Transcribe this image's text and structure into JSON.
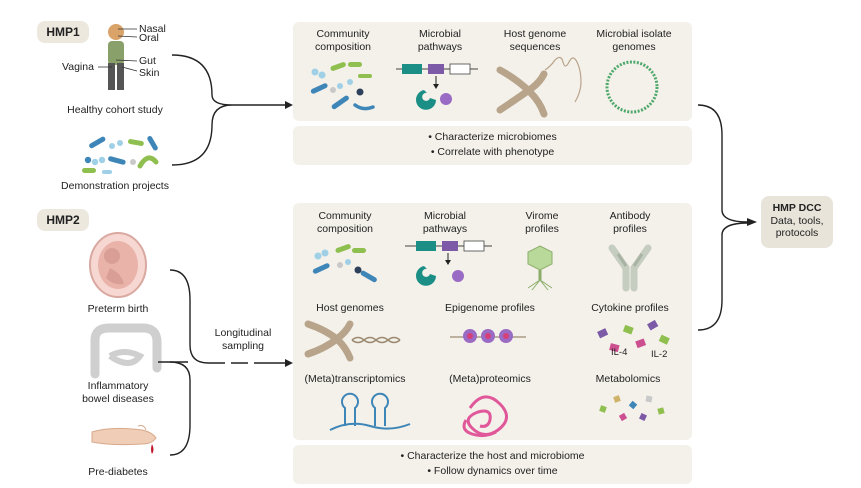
{
  "hmp1": {
    "tag": "HMP1",
    "body_sites": [
      "Nasal",
      "Oral",
      "Gut",
      "Skin",
      "Vagina"
    ],
    "sources": [
      "Healthy cohort study",
      "Demonstration projects"
    ],
    "data_types": [
      "Community\ncomposition",
      "Microbial\npathways",
      "Host genome\nsequences",
      "Microbial isolate\ngenomes"
    ],
    "bullets": [
      "• Characterize microbiomes",
      "• Correlate with phenotype"
    ]
  },
  "hmp2": {
    "tag": "HMP2",
    "cohorts": [
      "Preterm birth",
      "Inflammatory\nbowel diseases",
      "Pre-diabetes"
    ],
    "sampling": "Longitudinal\nsampling",
    "data_types_row1": [
      "Community\ncomposition",
      "Microbial\npathways",
      "Virome\nprofiles",
      "Antibody\nprofiles"
    ],
    "data_types_row2": [
      "Host genomes",
      "Epigenome profiles",
      "Cytokine profiles"
    ],
    "cytokine_labels": [
      "IL-4",
      "IL-2"
    ],
    "data_types_row3": [
      "(Meta)transcriptomics",
      "(Meta)proteomics",
      "Metabolomics"
    ],
    "bullets": [
      "• Characterize the host and microbiome",
      "• Follow dynamics over time"
    ]
  },
  "dcc": {
    "title": "HMP DCC",
    "subtitle": "Data, tools,\nprotocols"
  },
  "colors": {
    "panel": "#f4f1ea",
    "tag": "#ece8de",
    "blue": "#3f86b8",
    "light_blue": "#9fd0e6",
    "green": "#8fbf4e",
    "teal": "#1b8f86",
    "purple": "#7c5aa8",
    "pink": "#cc4f8f",
    "tan": "#b8a48a"
  }
}
